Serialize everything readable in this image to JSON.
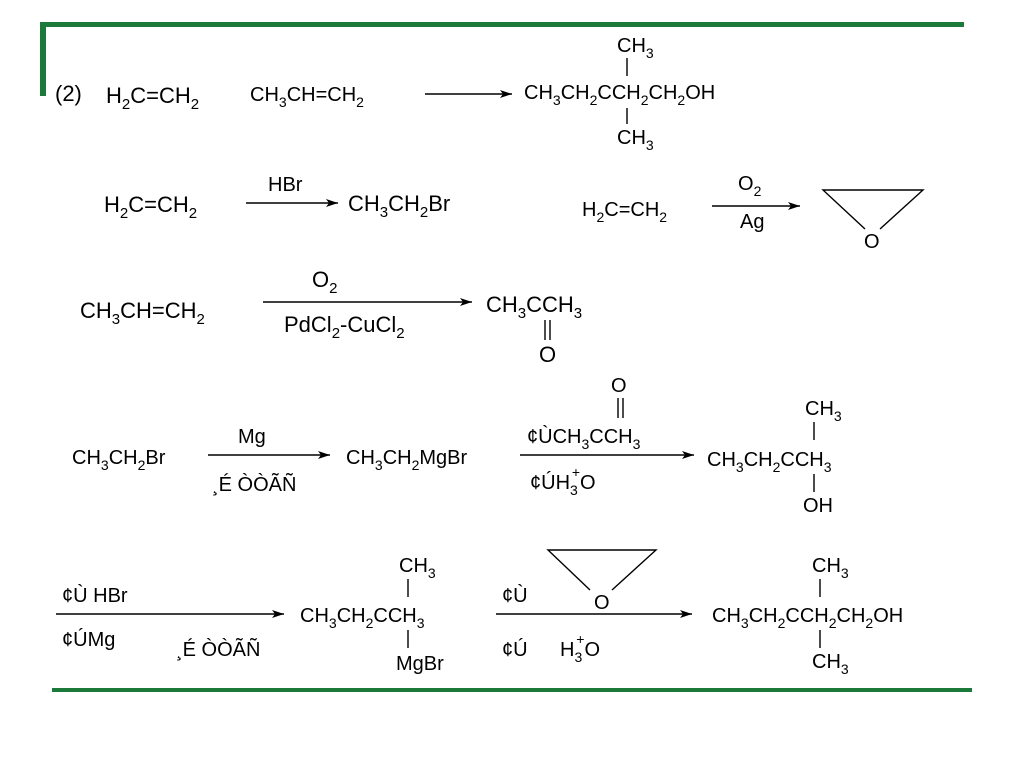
{
  "colors": {
    "accent_green": "#1b7a3a",
    "ink": "#000000",
    "background": "#ffffff"
  },
  "problem_number": "(2)",
  "rows": [
    {
      "reactants": [
        "H₂C=CH₂",
        "CH₃CH=CH₂"
      ],
      "product": "CH₃CH₂C(CH₃)₂CH₂CH₂OH"
    },
    {
      "reactions": [
        {
          "reactant": "H₂C=CH₂",
          "above": "HBr",
          "below": "",
          "product": "CH₃CH₂Br"
        },
        {
          "reactant": "H₂C=CH₂",
          "above": "O₂",
          "below": "Ag",
          "product": "ethylene oxide"
        }
      ]
    },
    {
      "reactant": "CH₃CH=CH₂",
      "above": "O₂",
      "below": "PdCl₂-CuCl₂",
      "product": "CH₃COCH₃"
    },
    {
      "reactions": [
        {
          "reactant": "CH₃CH₂Br",
          "above": "Mg",
          "below": "¸É ÒÒÃÑ",
          "product": "CH₃CH₂MgBr"
        },
        {
          "above": "¢ÙCH₃COCH₃",
          "below": "¢ÚH₃⁺O",
          "product": "CH₃CH₂C(CH₃)₂OH"
        }
      ]
    },
    {
      "reactions": [
        {
          "above": "¢Ù HBr",
          "below": "¢ÚMg  ¸É ÒÒÃÑ",
          "product": "CH₃CH₂C(CH₃)₂MgBr"
        },
        {
          "above": "¢Ù ethylene oxide",
          "below": "¢Ú H₃⁺O",
          "product": "CH₃CH₂C(CH₃)₂CH₂CH₂OH"
        }
      ]
    }
  ]
}
